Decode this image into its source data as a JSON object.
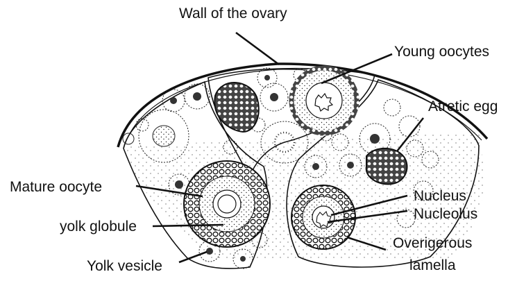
{
  "diagram": {
    "labels": {
      "wall": "Wall of the ovary",
      "young": "Young oocytes",
      "atretic": "Atretic egg",
      "mature": "Mature oocyte",
      "nucleus": "Nucleus",
      "nucleolus": "Nucleolus",
      "yolk_globule": "yolk globule",
      "overigerous_1": "Overigerous",
      "overigerous_2": "lamella",
      "yolk_vesicle": "Yolk vesicle"
    },
    "colors": {
      "ink": "#111111",
      "background": "#ffffff"
    }
  }
}
